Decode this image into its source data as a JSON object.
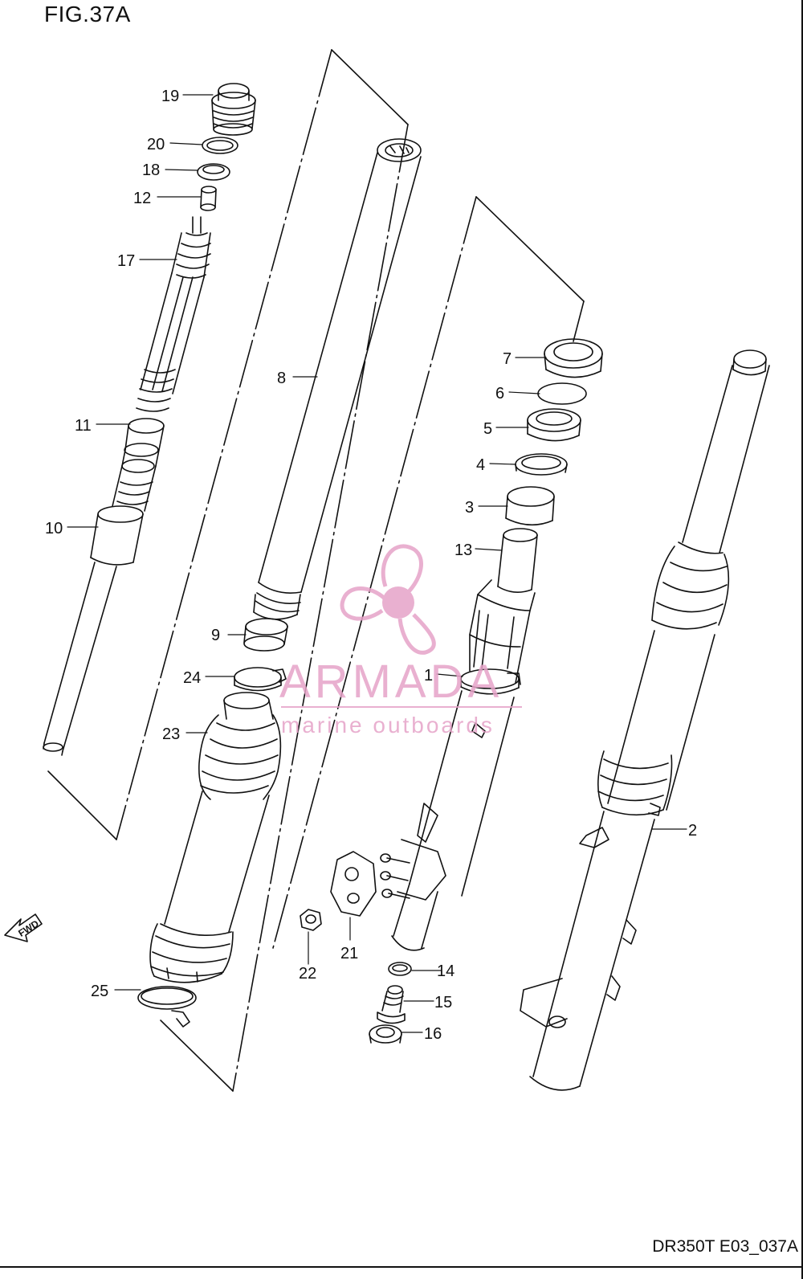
{
  "figure": {
    "title": "FIG.37A",
    "code": "DR350T E03_037A",
    "fwd_label": "FWD"
  },
  "watermark": {
    "brand": "ARMADA",
    "tagline": "marine outboards",
    "color": "#e6a3c8"
  },
  "callouts": [
    "19",
    "20",
    "18",
    "12",
    "17",
    "8",
    "11",
    "10",
    "7",
    "6",
    "5",
    "4",
    "3",
    "13",
    "9",
    "24",
    "1",
    "23",
    "2",
    "21",
    "22",
    "14",
    "15",
    "25",
    "16"
  ]
}
